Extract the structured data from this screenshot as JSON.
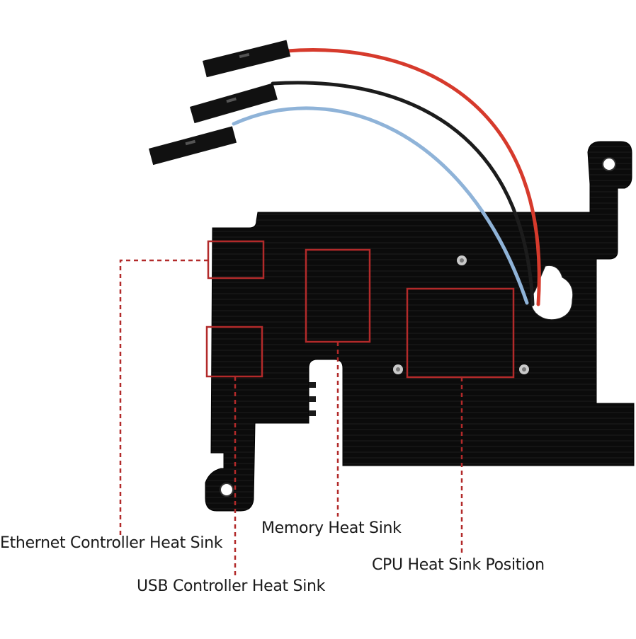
{
  "labels": {
    "ethernet": "Ethernet Controller Heat Sink",
    "memory": "Memory Heat Sink",
    "cpu": "CPU Heat Sink Position",
    "usb": "USB Controller Heat Sink"
  },
  "colors": {
    "plate": "#0b0b0b",
    "callout": "#b22a2a",
    "wire_red": "#d63a2c",
    "wire_black": "#1c1c1c",
    "wire_blue": "#8fb3d8"
  }
}
